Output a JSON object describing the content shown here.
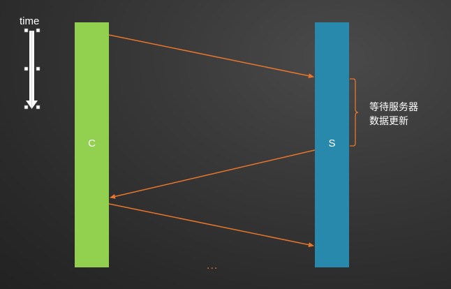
{
  "time_indicator": {
    "label": "time"
  },
  "participants": {
    "client": {
      "label": "C",
      "color": "#92d050"
    },
    "server": {
      "label": "S",
      "color": "#2889ac"
    }
  },
  "annotation": {
    "line1": "等待服务器",
    "line2": "数据更新"
  },
  "continuation": "...",
  "colors": {
    "arrow": "#e8762b",
    "text": "#ffffff"
  }
}
